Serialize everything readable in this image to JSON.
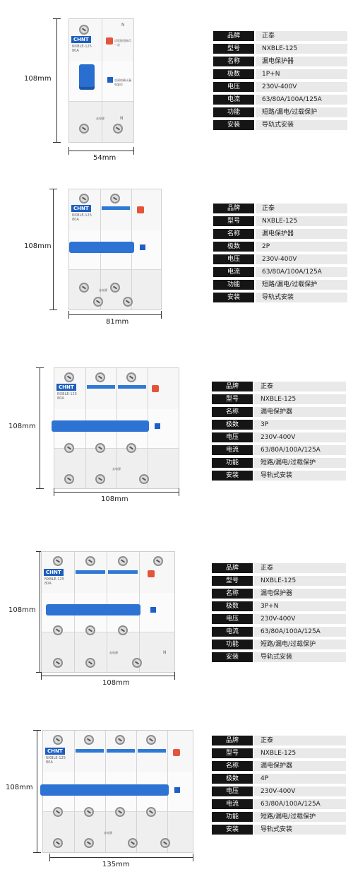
{
  "label_keys": [
    "品牌",
    "型号",
    "名称",
    "极数",
    "电压",
    "电流",
    "功能",
    "安装"
  ],
  "products": [
    {
      "height_label": "108mm",
      "width_label": "54mm",
      "specs": [
        "正泰",
        "NXBLE-125",
        "漏电保护器",
        "1P+N",
        "230V-400V",
        "63/80A/100A/125A",
        "短路/漏电/过载保护",
        "导轨式安装"
      ]
    },
    {
      "height_label": "108mm",
      "width_label": "81mm",
      "specs": [
        "正泰",
        "NXBLE-125",
        "漏电保护器",
        "2P",
        "230V-400V",
        "63/80A/100A/125A",
        "短路/漏电/过载保护",
        "导轨式安装"
      ]
    },
    {
      "height_label": "108mm",
      "width_label": "108mm",
      "specs": [
        "正泰",
        "NXBLE-125",
        "漏电保护器",
        "3P",
        "230V-400V",
        "63/80A/100A/125A",
        "短路/漏电/过载保护",
        "导轨式安装"
      ]
    },
    {
      "height_label": "108mm",
      "width_label": "108mm",
      "specs": [
        "正泰",
        "NXBLE-125",
        "漏电保护器",
        "3P+N",
        "230V-400V",
        "63/80A/100A/125A",
        "短路/漏电/过载保护",
        "导轨式安装"
      ]
    },
    {
      "height_label": "108mm",
      "width_label": "135mm",
      "specs": [
        "正泰",
        "NXBLE-125",
        "漏电保护器",
        "4P",
        "230V-400V",
        "63/80A/100A/125A",
        "短路/漏电/过载保护",
        "导轨式安装"
      ]
    }
  ],
  "device": {
    "brand_logo": "CHNT",
    "model": "NXBLE-125",
    "rating": "80A",
    "neutral_mark": "N",
    "line_mark": "去电源",
    "test_label": "试验按钮每月一次",
    "reset_label": "合闸前确认漏电复位"
  }
}
